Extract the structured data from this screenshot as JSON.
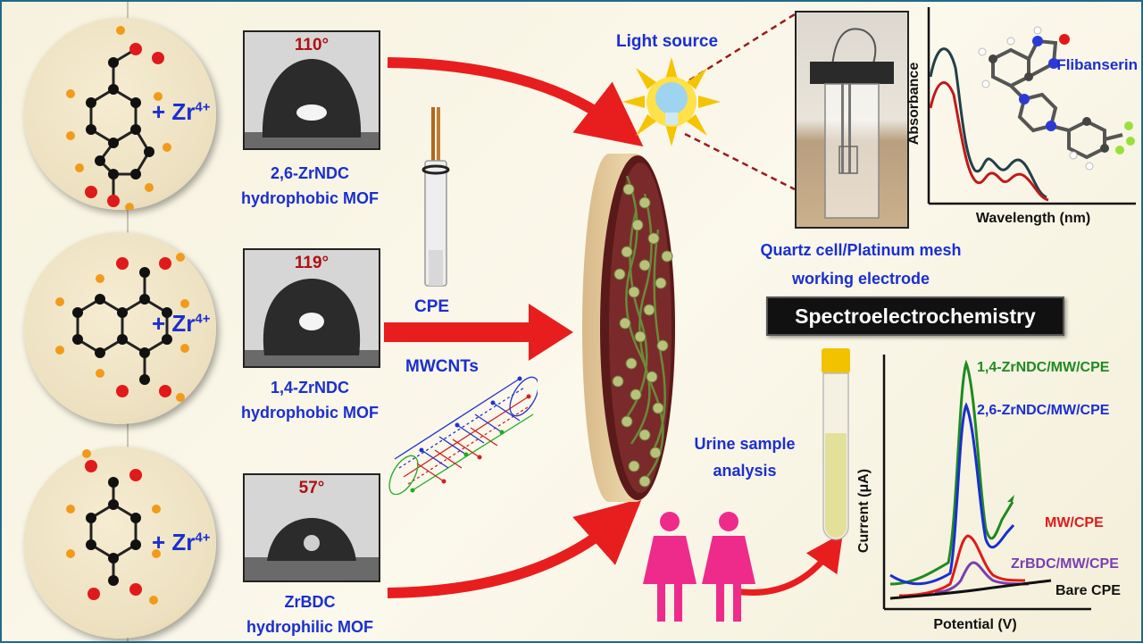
{
  "molecules": [
    {
      "ion": "Zr",
      "charge": "4+",
      "name": "2,6-ZrNDC",
      "type": "hydrophobic MOF",
      "angle": "110°"
    },
    {
      "ion": "Zr",
      "charge": "4+",
      "name": "1,4-ZrNDC",
      "type": "hydrophobic MOF",
      "angle": "119°"
    },
    {
      "ion": "Zr",
      "charge": "4+",
      "name": "ZrBDC",
      "type": "hydrophilic MOF",
      "angle": "57°"
    }
  ],
  "plus_sign": "+",
  "labels": {
    "cpe": "CPE",
    "mwcnts": "MWCNTs",
    "light_source": "Light source",
    "quartz_line1": "Quartz cell/Platinum mesh",
    "quartz_line2": "working electrode",
    "spectro_banner": "Spectroelectrochemistry",
    "urine_line1": "Urine sample",
    "urine_line2": "analysis"
  },
  "absorbance_chart": {
    "ylabel": "Absorbance",
    "xlabel": "Wavelength (nm)",
    "molecule_label": "Flibanserin"
  },
  "voltammogram": {
    "ylabel": "Current  (μA)",
    "xlabel": "Potential (V)",
    "series": [
      {
        "name": "1,4-ZrNDC/MW/CPE",
        "color": "#1f8a1f"
      },
      {
        "name": "2,6-ZrNDC/MW/CPE",
        "color": "#1a2fd0"
      },
      {
        "name": "MW/CPE",
        "color": "#e01a1a"
      },
      {
        "name": "ZrBDC/MW/CPE",
        "color": "#7a3fb0"
      },
      {
        "name": "Bare CPE",
        "color": "#111111"
      }
    ]
  },
  "colors": {
    "label_blue": "#1a2fd0",
    "angle_red": "#b01010",
    "arrow_red": "#e81e1e",
    "border": "#1f6b8a"
  }
}
